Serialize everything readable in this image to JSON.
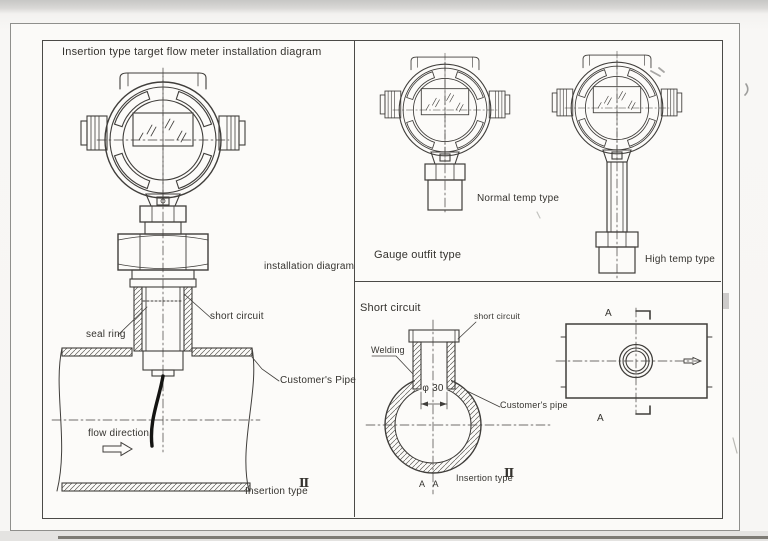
{
  "document": {
    "left_panel": {
      "title": "Insertion type target flow meter installation diagram",
      "installation_diagram_label": "installation diagram",
      "seal_ring_label": "seal ring",
      "short_circuit_label": "short circuit",
      "customers_pipe_label": "Customer's Pipe",
      "flow_direction_label": "flow direction",
      "insertion_type_label": "Insertion type",
      "insertion_type_numeral": "Ⅱ"
    },
    "gauge_outfit_panel": {
      "title": "Gauge outfit type",
      "normal_temp_label": "Normal temp type",
      "high_temp_label": "High temp type"
    },
    "short_circuit_panel": {
      "title": "Short circuit",
      "short_circuit_label": "short circuit",
      "welding_label": "Welding",
      "diameter_dimension": "φ 30",
      "customers_pipe_label": "Customer's pipe",
      "section_label_bottom": "A A",
      "section_marker_top": "A",
      "section_marker_bottom": "A",
      "insertion_type_label": "Insertion type",
      "insertion_type_numeral": "Ⅱ"
    },
    "colors": {
      "line_color": "#403e3b",
      "paper_color": "#fcfbf9",
      "text_color": "#35332f",
      "scan_edge_color": "#6b6862"
    }
  }
}
